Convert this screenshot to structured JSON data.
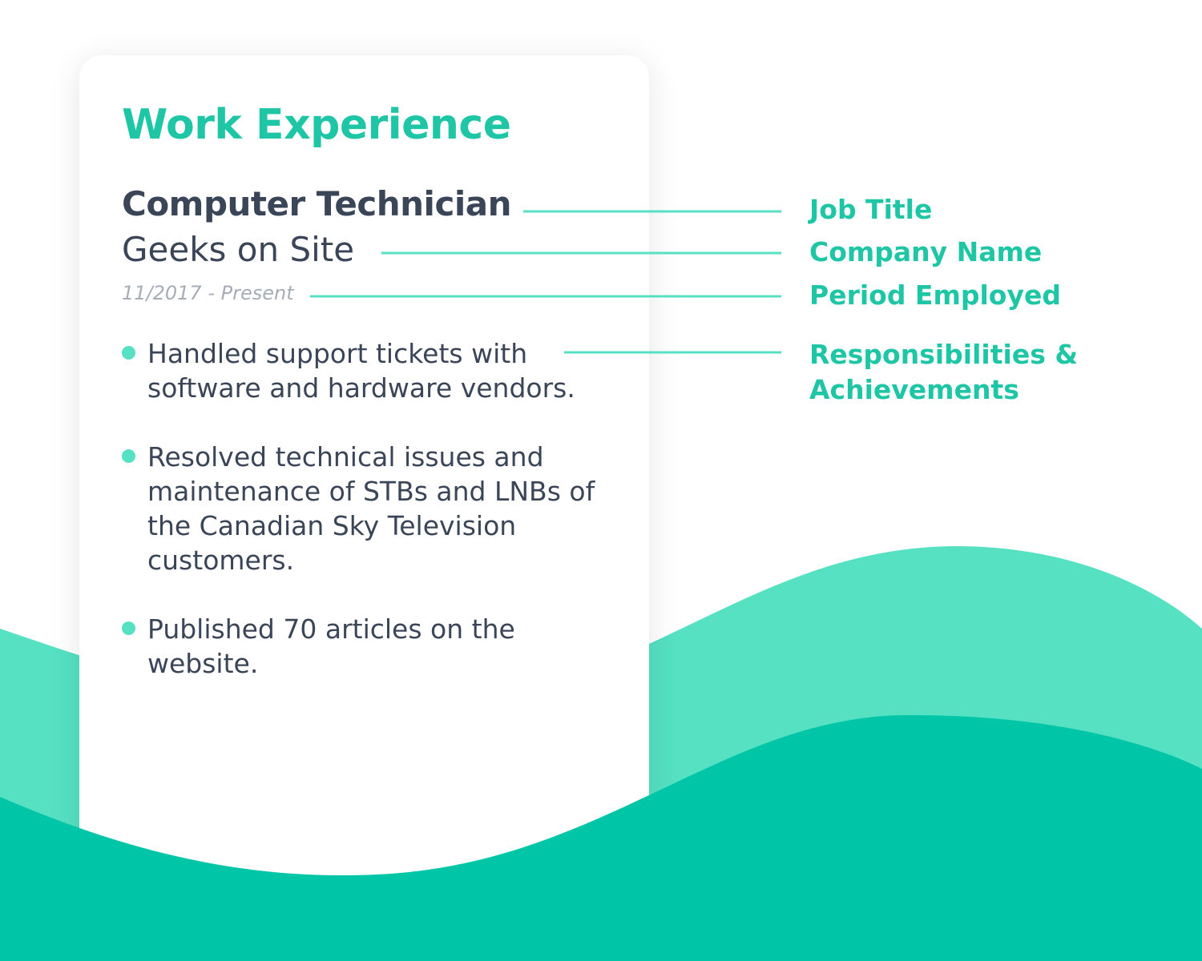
{
  "colors": {
    "accent": "#1ec6a5",
    "wave_light": "#55e1c2",
    "wave_dark": "#00c6a7",
    "text_dark": "#3a4558",
    "text_muted": "#a7adb6"
  },
  "card": {
    "heading": "Work Experience",
    "job_title": "Computer Technician",
    "company": "Geeks on Site",
    "period": "11/2017 - Present",
    "bullets": [
      "Handled support tickets with software and hardware vendors.",
      "Resolved technical issues and maintenance of STBs and LNBs of the Canadian Sky Television customers.",
      "Published 70 articles on the website."
    ]
  },
  "labels": {
    "job_title": "Job Title",
    "company_name": "Company Name",
    "period_employed": "Period Employed",
    "responsibilities_line1": "Responsibilities &",
    "responsibilities_line2": "Achievements"
  }
}
